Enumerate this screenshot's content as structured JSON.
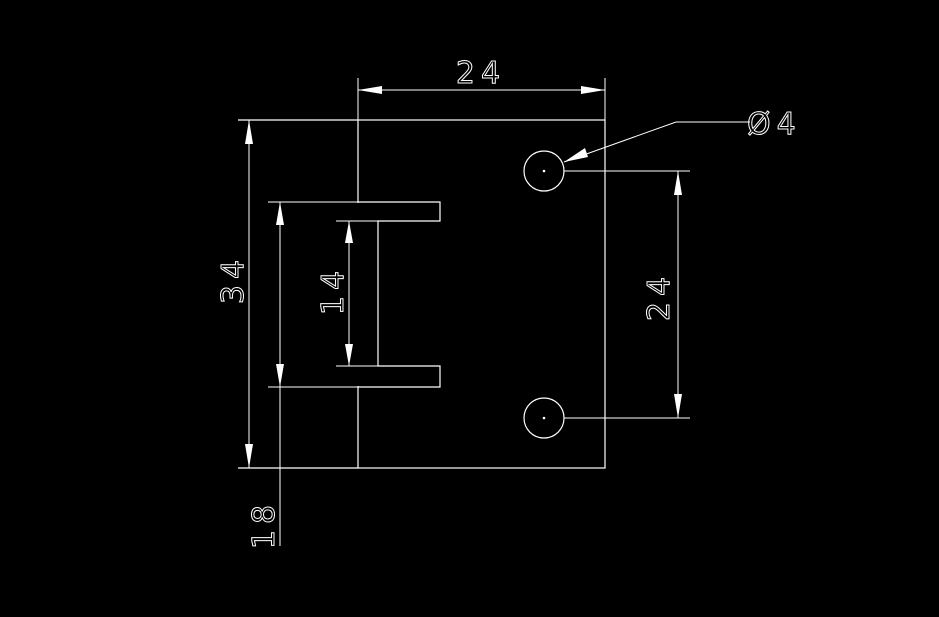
{
  "colors": {
    "background": "#000000",
    "line": "#ffffff"
  },
  "dimensions": {
    "top_width": "24",
    "overall_height": "34",
    "slot_inner": "14",
    "slot_outer": "18",
    "hole_spacing": "24",
    "hole_diameter": "Ø4"
  }
}
